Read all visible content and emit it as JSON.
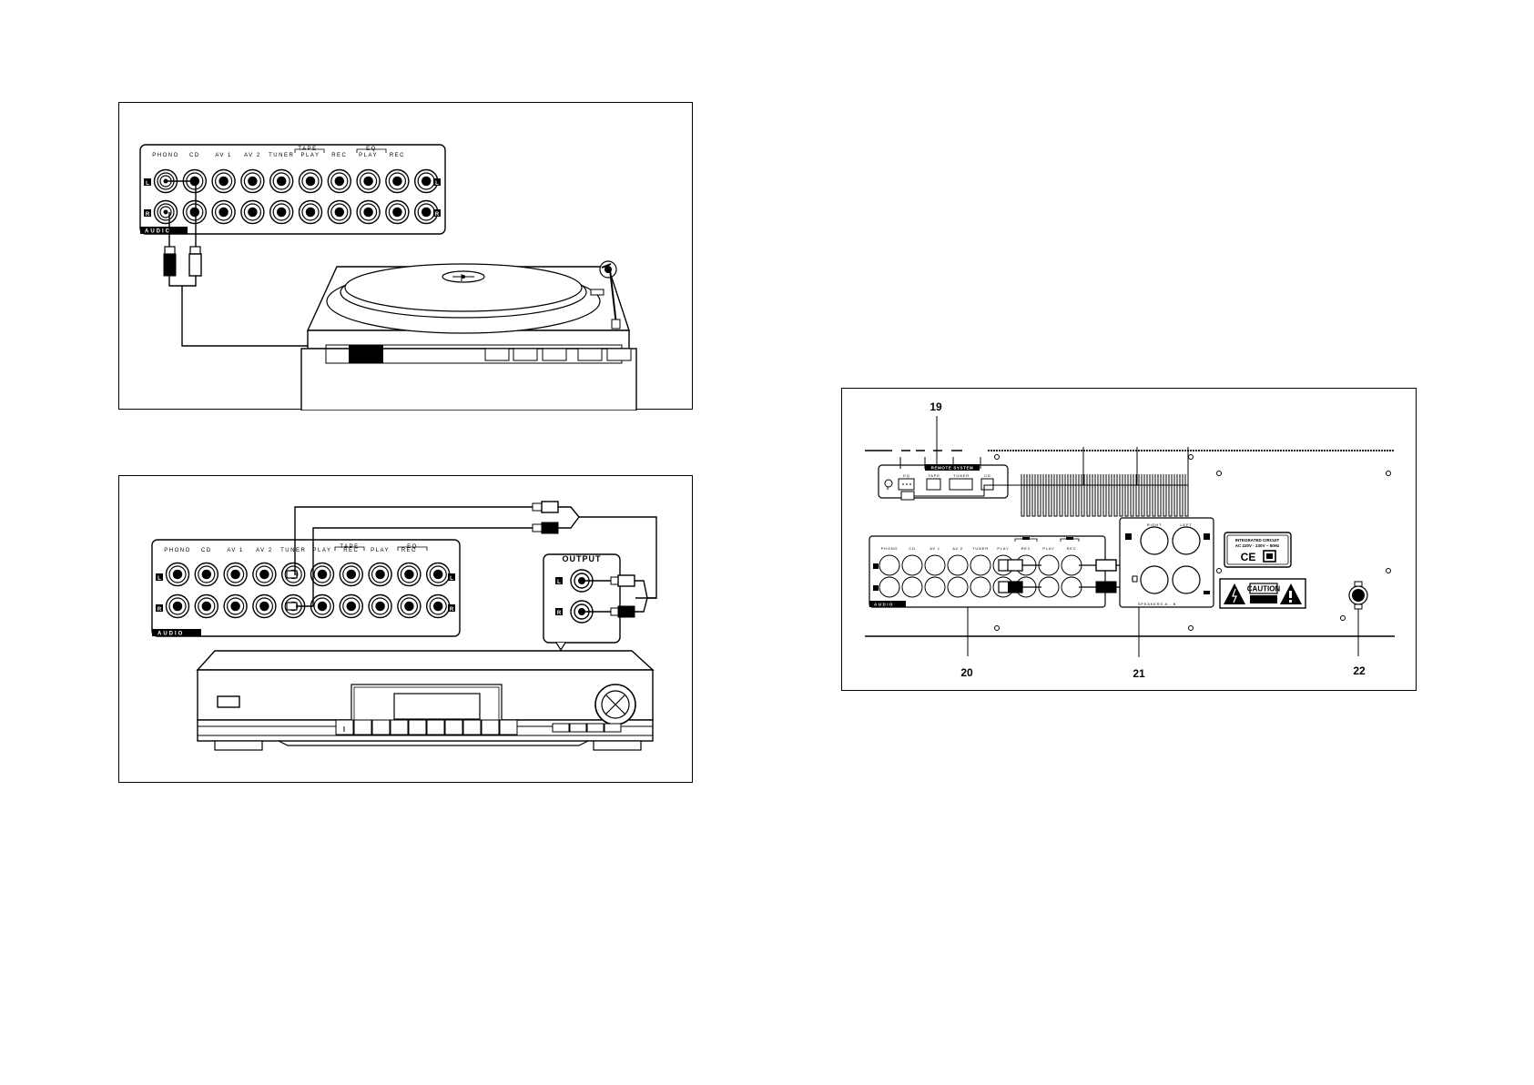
{
  "jack_labels": [
    "PHONO",
    "CD",
    "AV 1",
    "AV 2",
    "TUNER",
    "PLAY",
    "REC",
    "PLAY",
    "REC"
  ],
  "group_labels": {
    "tape": "TAPE",
    "eq": "EQ"
  },
  "side_labels": {
    "left": "L",
    "right": "R"
  },
  "panel_tag": "AUDIO",
  "output_box": {
    "title": "OUTPUT",
    "left": "L",
    "right": "R"
  },
  "rear": {
    "callouts": [
      "19",
      "20",
      "21",
      "22"
    ],
    "remote_labels": [
      "EQ",
      "TAPE",
      "TUNER",
      "CD"
    ],
    "remote_title": "REMOTE SYSTEM",
    "jack_labels": [
      "PHONO",
      "CD",
      "AV 1",
      "AV 2",
      "TUNER",
      "PLAY",
      "REC",
      "PLAY",
      "REC"
    ],
    "speakers": {
      "right": "RIGHT",
      "left": "LEFT",
      "tag": "SPEAKERS A - B"
    },
    "ic_label": {
      "line1": "INTEGRATED CIRCUIT",
      "line2": "AC 220V - 230V ~ 50Hz",
      "ce": "CE"
    },
    "caution": "CAUTION"
  }
}
